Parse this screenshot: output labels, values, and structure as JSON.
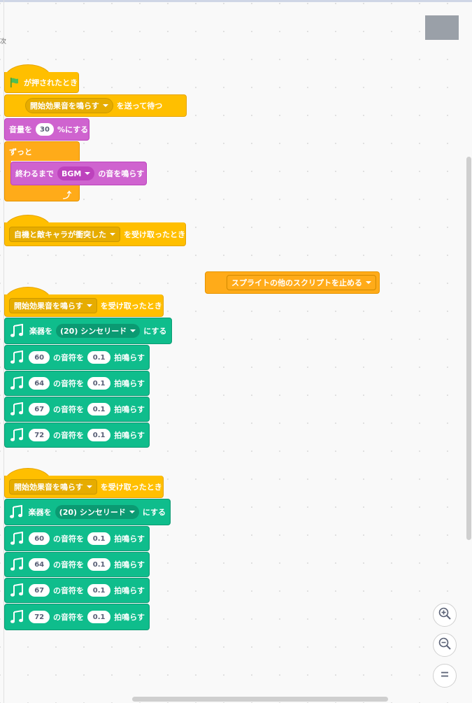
{
  "workspace": {
    "edge_char": "次",
    "zoom_buttons": [
      "zoom-in-icon",
      "zoom-out-icon",
      "zoom-reset-icon"
    ]
  },
  "script1": {
    "hat_label": "が押されたとき",
    "broadcast_wait": {
      "message": "開始効果音を鳴らす",
      "suffix": "を送って待つ"
    },
    "set_volume": {
      "prefix": "音量を",
      "value": "30",
      "suffix": "%にする"
    },
    "forever_label": "ずっと",
    "play_until_done": {
      "prefix": "終わるまで",
      "sound": "BGM",
      "suffix": "の音を鳴らす"
    }
  },
  "script2": {
    "message": "自機と敵キャラが衝突した",
    "suffix": "を受け取ったとき"
  },
  "script3": {
    "stop_option": "スプライトの他のスクリプトを止める"
  },
  "music_script_a": {
    "hat_message": "開始効果音を鳴らす",
    "hat_suffix": "を受け取ったとき",
    "set_instrument": {
      "prefix": "楽器を",
      "value": "(20) シンセリード",
      "suffix": "にする"
    },
    "notes": [
      {
        "note": "60",
        "mid": "の音符を",
        "beats": "0.1",
        "suffix": "拍鳴らす"
      },
      {
        "note": "64",
        "mid": "の音符を",
        "beats": "0.1",
        "suffix": "拍鳴らす"
      },
      {
        "note": "67",
        "mid": "の音符を",
        "beats": "0.1",
        "suffix": "拍鳴らす"
      },
      {
        "note": "72",
        "mid": "の音符を",
        "beats": "0.1",
        "suffix": "拍鳴らす"
      }
    ]
  },
  "music_script_b": {
    "hat_message": "開始効果音を鳴らす",
    "hat_suffix": "を受け取ったとき",
    "set_instrument": {
      "prefix": "楽器を",
      "value": "(20) シンセリード",
      "suffix": "にする"
    },
    "notes": [
      {
        "note": "60",
        "mid": "の音符を",
        "beats": "0.1",
        "suffix": "拍鳴らす"
      },
      {
        "note": "64",
        "mid": "の音符を",
        "beats": "0.1",
        "suffix": "拍鳴らす"
      },
      {
        "note": "67",
        "mid": "の音符を",
        "beats": "0.1",
        "suffix": "拍鳴らす"
      },
      {
        "note": "72",
        "mid": "の音符を",
        "beats": "0.1",
        "suffix": "拍鳴らす"
      }
    ]
  }
}
